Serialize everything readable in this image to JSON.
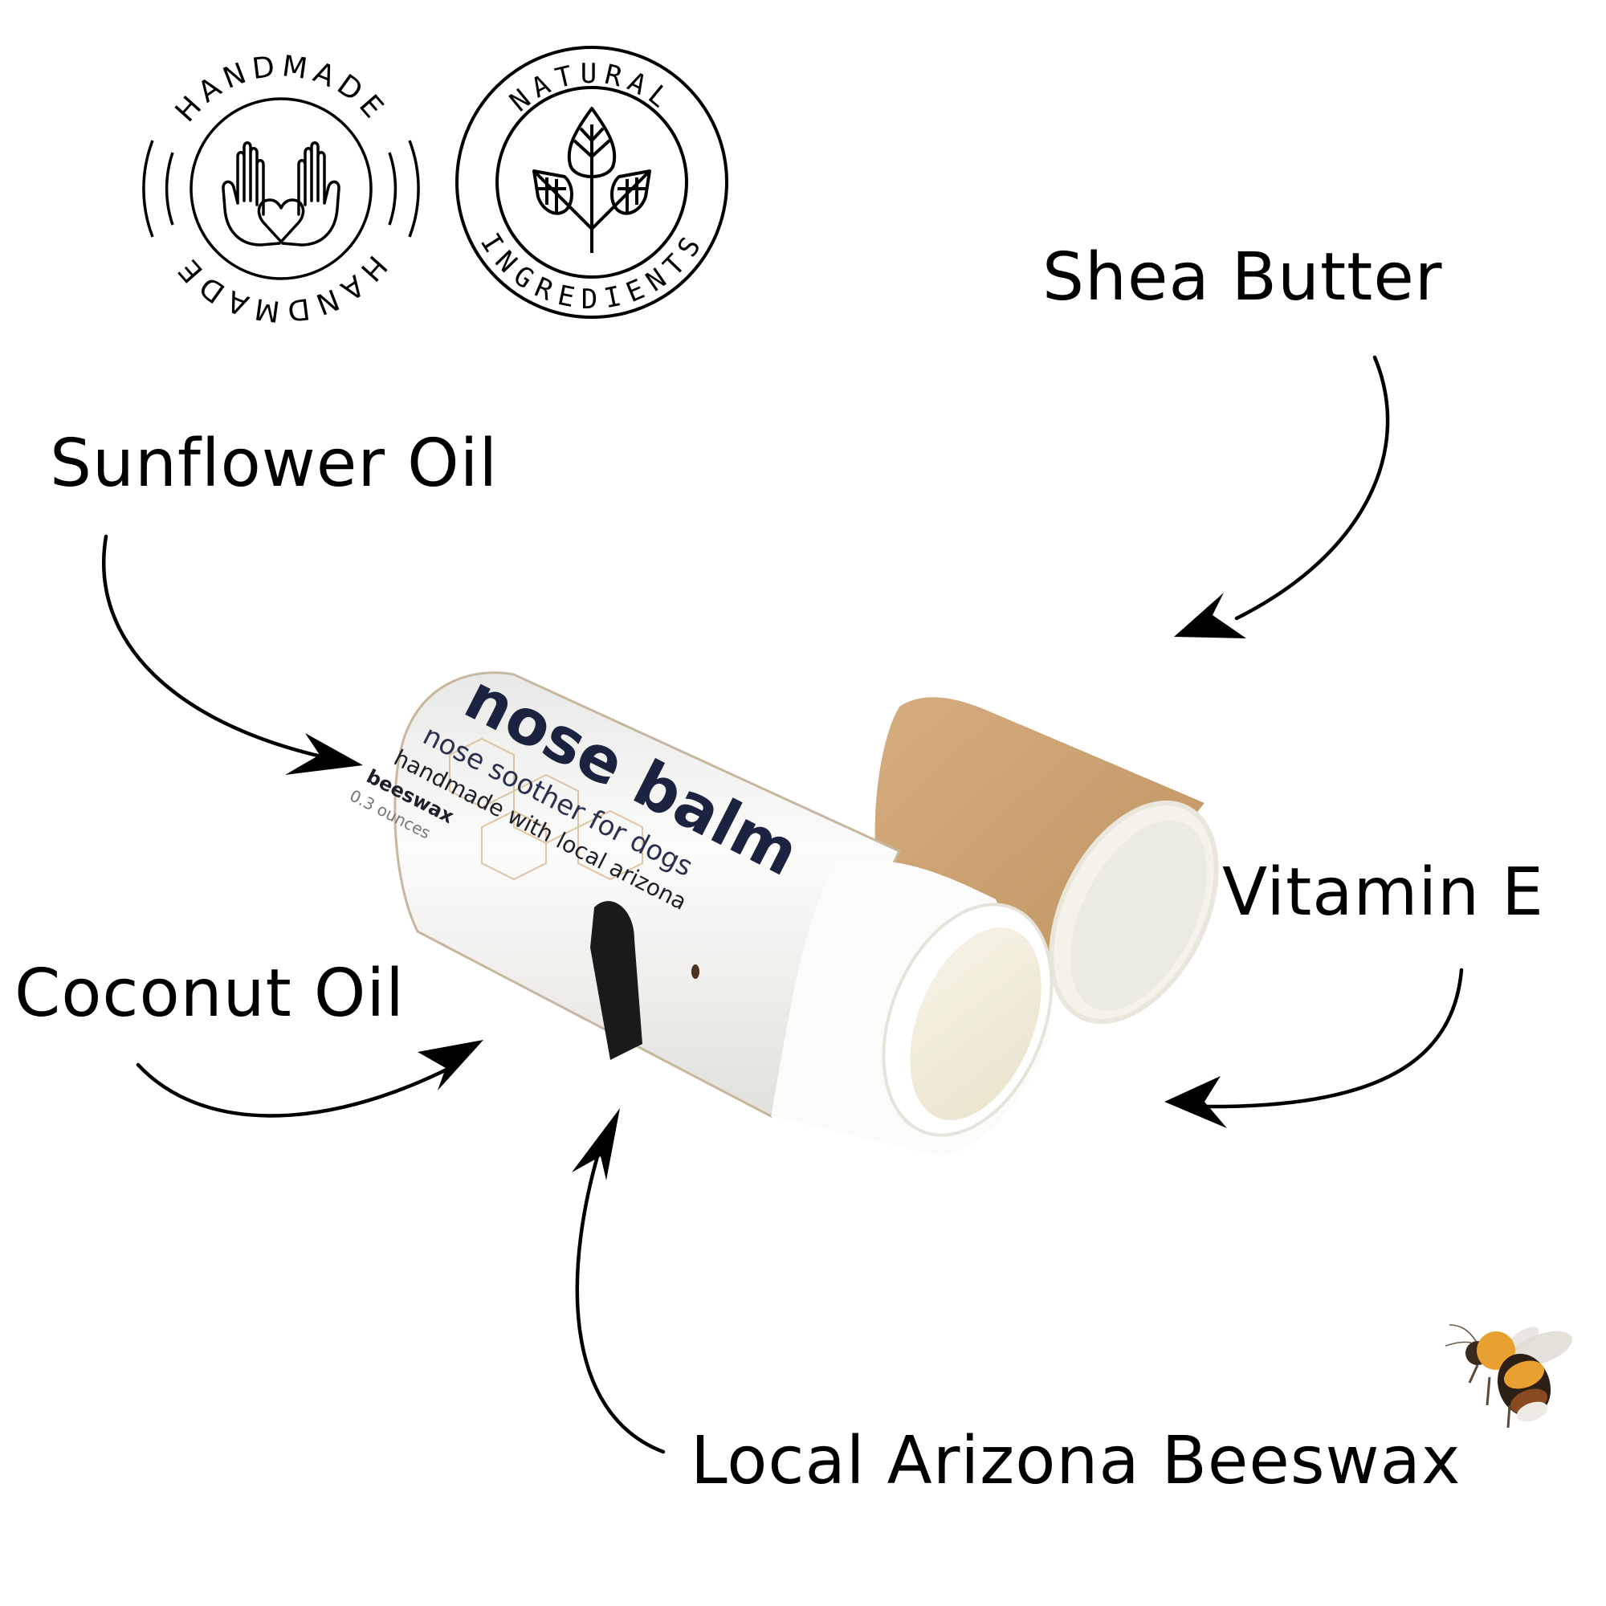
{
  "badges": {
    "handmade": {
      "ring_text_top": "HANDMADE",
      "ring_text_bottom": "HANDMADE",
      "icon": "hands-heart-icon"
    },
    "natural": {
      "ring_text_top": "NATURAL",
      "ring_text_bottom": "INGREDIENTS",
      "icon": "leaf-sprig-icon"
    }
  },
  "ingredients": [
    {
      "label": "Shea Butter"
    },
    {
      "label": "Sunflower Oil"
    },
    {
      "label": "Vitamin E"
    },
    {
      "label": "Coconut Oil"
    },
    {
      "label": "Local Arizona Beeswax"
    }
  ],
  "product": {
    "title": "nose balm",
    "subtitle": "nose soother for dogs",
    "line1": "handmade with local arizona",
    "line2": "beeswax",
    "size": "0.3 ounces"
  },
  "colors": {
    "text": "#000000",
    "background": "#ffffff",
    "kraft_cap": "#c89e70",
    "tube_white": "#f4f2ee",
    "label_navy": "#1c2340",
    "honeycomb": "#d8b98e",
    "bee_orange": "#e8a030"
  }
}
